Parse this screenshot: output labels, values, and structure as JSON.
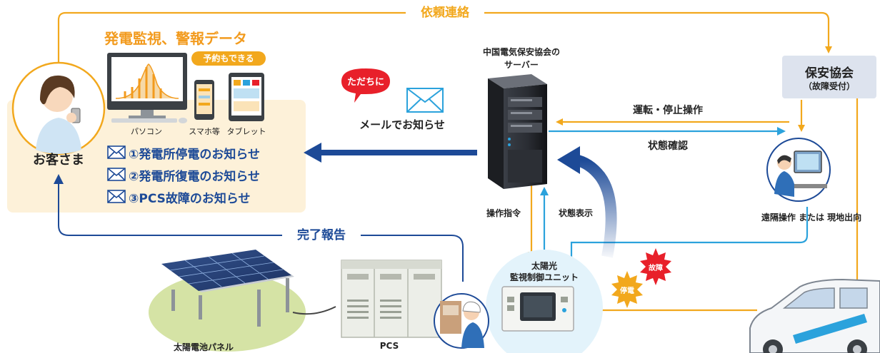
{
  "colors": {
    "orange": "#f2a81d",
    "blue": "#2ba2dc",
    "navy": "#1d4a97",
    "cream": "#fdf1d9",
    "orange_title": "#f29b1e",
    "red_badge": "#e8202a",
    "grey_box": "#dde3ee"
  },
  "top_link": {
    "label": "依頼連絡"
  },
  "customer_panel": {
    "heading": "発電監視、警報データ",
    "badge": "予約もできる",
    "devices": [
      "パソコン",
      "スマホ等",
      "タブレット"
    ],
    "notices": [
      "①発電所停電のお知らせ",
      "②発電所復電のお知らせ",
      "③PCS故障のお知らせ"
    ]
  },
  "customer": {
    "label": "お客さま"
  },
  "email": {
    "badge": "ただちに",
    "label": "メールでお知らせ"
  },
  "server": {
    "label_line1": "中国電気保安協会の",
    "label_line2": "サーバー"
  },
  "association": {
    "name": "保安協会",
    "sub": "（故障受付）"
  },
  "links": {
    "operation": "運転・停止操作",
    "status_check": "状態確認",
    "command": "操作指令",
    "status_display": "状態表示",
    "completion": "完了報告",
    "remote": "遠隔操作 または 現地出向"
  },
  "unit": {
    "line1": "太陽光",
    "line2": "監視制御ユニット"
  },
  "bursts": {
    "fault": "故障",
    "outage": "停電"
  },
  "equipment": {
    "panel": "太陽電池パネル",
    "pcs": "PCS"
  },
  "icons": [
    "envelope-icon",
    "monitor-icon",
    "smartphone-icon",
    "tablet-icon",
    "server-icon",
    "car-icon",
    "solar-panel-icon",
    "pcs-cabinet-icon",
    "worker-icon",
    "operator-icon",
    "customer-icon"
  ]
}
